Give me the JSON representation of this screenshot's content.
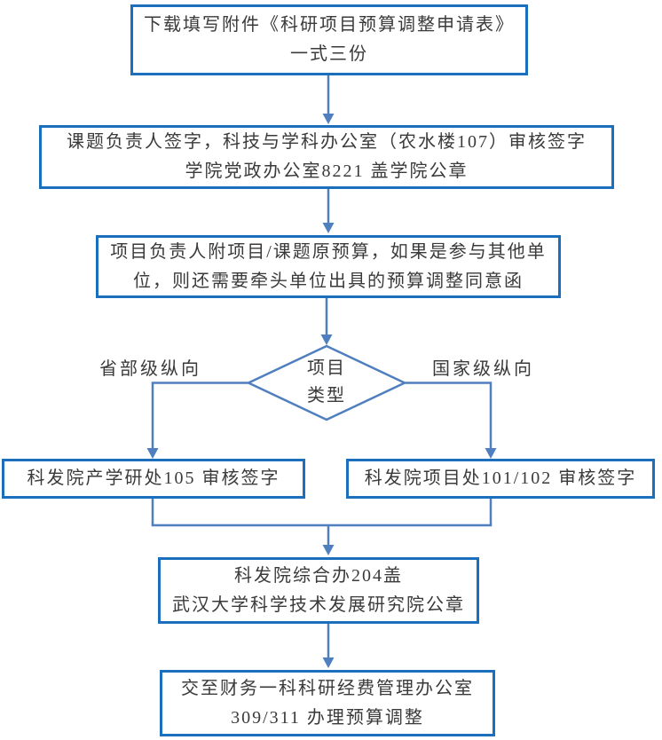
{
  "diagram": {
    "type": "flowchart",
    "colors": {
      "background": "#ffffff",
      "box_border": "#1b6fbd",
      "connector": "#4f7fbf",
      "text_color": "#3a3a3a"
    },
    "nodes": {
      "step1": {
        "lines": [
          "下载填写附件《科研项目预算调整申请表》",
          "一式三份"
        ]
      },
      "step2": {
        "lines": [
          "课题负责人签字，科技与学科办公室（农水楼107）审核签字",
          "学院党政办公室8221 盖学院公章"
        ]
      },
      "step3": {
        "lines": [
          "项目负责人附项目/课题原预算，如果是参与其他单",
          "位，则还需要牵头单位出具的预算调整同意函"
        ]
      },
      "decision": {
        "lines": [
          "项目",
          "类型"
        ]
      },
      "step4_left": {
        "lines": [
          "科发院产学研处105 审核签字"
        ]
      },
      "step4_right": {
        "lines": [
          "科发院项目处101/102 审核签字"
        ]
      },
      "step5": {
        "lines": [
          "科发院综合办204盖",
          "武汉大学科学技术发展研究院公章"
        ]
      },
      "step6": {
        "lines": [
          "交至财务一科科研经费管理办公室",
          "309/311 办理预算调整"
        ]
      }
    },
    "branch_labels": {
      "left": "省部级纵向",
      "right": "国家级纵向"
    }
  }
}
